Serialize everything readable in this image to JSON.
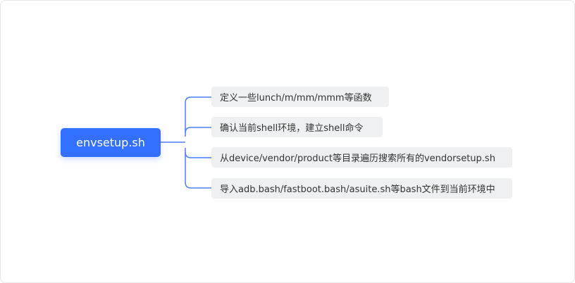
{
  "root": {
    "label": "envsetup.sh"
  },
  "children": [
    {
      "label": "定义一些lunch/m/mm/mmm等函数"
    },
    {
      "label": "确认当前shell环境，建立shell命令"
    },
    {
      "label": "从device/vendor/product等目录遍历搜索所有的vendorsetup.sh"
    },
    {
      "label": "导入adb.bash/fastboot.bash/asuite.sh等bash文件到当前环境中"
    }
  ],
  "colors": {
    "accent": "#3370ff",
    "node_bg": "#eff0f1",
    "connector": "#3370ff"
  }
}
